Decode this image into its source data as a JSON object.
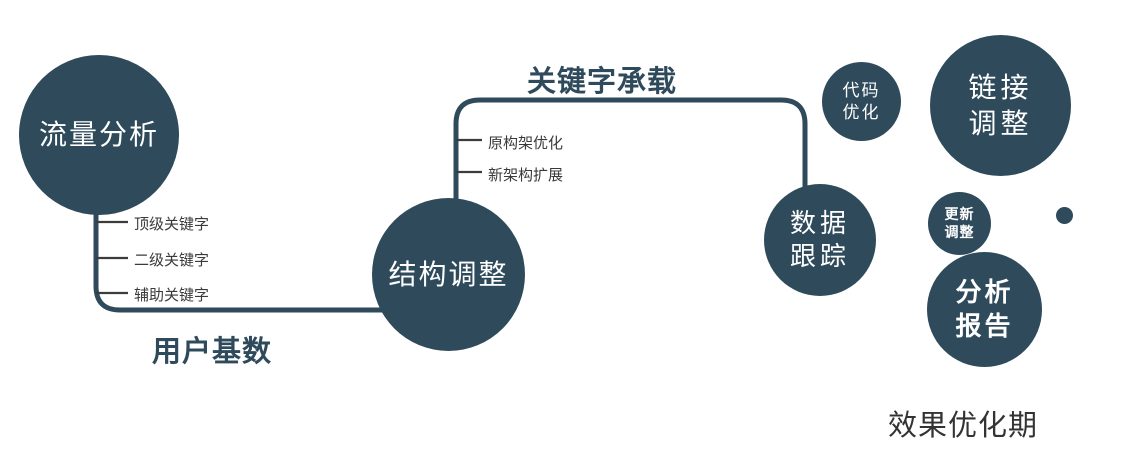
{
  "diagram": {
    "nodes": {
      "traffic": {
        "label": "流量分析"
      },
      "structure": {
        "label": "结构调整"
      },
      "tracking": {
        "line1": "数据",
        "line2": "跟踪"
      },
      "code": {
        "line1": "代码",
        "line2": "优化"
      },
      "link": {
        "line1": "链接",
        "line2": "调整"
      },
      "update": {
        "line1": "更新",
        "line2": "调整"
      },
      "report": {
        "line1": "分析",
        "line2": "报告"
      }
    },
    "edge_labels": {
      "keyword_carry": "关键字承载",
      "user_base": "用户基数"
    },
    "left_branches": [
      "顶级关键字",
      "二级关键字",
      "辅助关键字"
    ],
    "mid_branches": [
      "原构架优化",
      "新架构扩展"
    ],
    "footer": "效果优化期",
    "colors": {
      "node_fill": "#2e4a5b",
      "edge": "#2e4a5b",
      "edge_label": "#2e4a5b",
      "branch_text": "#3a3a3a"
    }
  }
}
